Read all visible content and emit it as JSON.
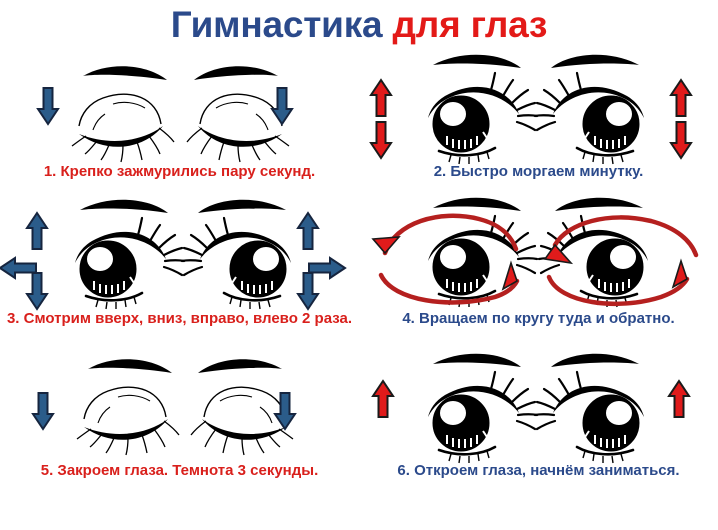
{
  "title": {
    "part_primary": "Гимнастика",
    "part_secondary": "для глаз",
    "primary_color": "#2b4a8b",
    "secondary_color": "#e31a18"
  },
  "colors": {
    "blue_arrow_fill": "#2b5c8a",
    "blue_arrow_stroke": "#16253f",
    "red_arrow_fill": "#e01b1b",
    "red_arrow_stroke": "#1a1a1a",
    "line_black": "#000000",
    "caption_red": "#d9201c",
    "caption_blue": "#2b4a8b"
  },
  "panels": [
    {
      "number": "1",
      "caption": "1. Крепко зажмурились пару секунд.",
      "caption_color": "#d9201c",
      "eye_state": "closed",
      "arrow_color": "blue",
      "arrow_directions": [
        "down",
        "down"
      ],
      "arrow_icon_name": "arrow-down-icon"
    },
    {
      "number": "2",
      "caption": "2. Быстро моргаем минутку.",
      "caption_color": "#2b4a8b",
      "eye_state": "open",
      "arrow_color": "red",
      "arrow_directions": [
        "up",
        "down",
        "up",
        "down"
      ],
      "arrow_icon_name": "arrow-up-down-icon"
    },
    {
      "number": "3",
      "caption": "3. Смотрим вверх, вниз, вправо, влево 2 раза.",
      "caption_color": "#d9201c",
      "eye_state": "open",
      "arrow_color": "blue",
      "arrow_directions": [
        "up",
        "down",
        "left",
        "up",
        "down",
        "right"
      ],
      "arrow_icon_name": "arrow-four-way-icon"
    },
    {
      "number": "4",
      "caption": "4. Вращаем по кругу туда и обратно.",
      "caption_color": "#2b4a8b",
      "eye_state": "open",
      "arrow_color": "red",
      "arrow_directions": [
        "circular"
      ],
      "arrow_icon_name": "arrow-rotate-icon"
    },
    {
      "number": "5",
      "caption": "5. Закроем глаза. Темнота 3 секунды.",
      "caption_color": "#d9201c",
      "eye_state": "closed",
      "arrow_color": "blue",
      "arrow_directions": [
        "down",
        "down"
      ],
      "arrow_icon_name": "arrow-down-icon"
    },
    {
      "number": "6",
      "caption": "6. Откроем глаза, начнём заниматься.",
      "caption_color": "#2b4a8b",
      "eye_state": "open",
      "arrow_color": "red",
      "arrow_directions": [
        "up",
        "up"
      ],
      "arrow_icon_name": "arrow-up-icon"
    }
  ]
}
